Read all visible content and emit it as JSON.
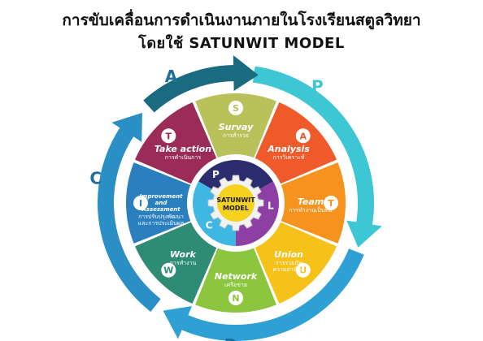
{
  "title_line1": "การขับเคลื่อนการดำเนินงานภายในโรงเรียนสตูลวิทยา",
  "title_line2": "โดยใช้ SATUNWIT MODEL",
  "center_label_line1": "SATUNWIT",
  "center_label_line2": "MODEL",
  "pdca": [
    {
      "letter": "P",
      "color": "#3dc6d3"
    },
    {
      "letter": "D",
      "color": "#2ea0d4"
    },
    {
      "letter": "C",
      "color": "#2a8fc4"
    },
    {
      "letter": "A",
      "color": "#1a6a80"
    }
  ],
  "inner_quadrants": [
    {
      "letter": "P",
      "color": "#2b2d6e"
    },
    {
      "letter": "L",
      "color": "#8e3fa4"
    },
    {
      "letter": "C",
      "color": "#3fb7e3"
    }
  ],
  "segments": [
    {
      "letter": "S",
      "name": "Survay",
      "sub": [
        "การสำรวจ"
      ],
      "color": "#b9c15a"
    },
    {
      "letter": "A",
      "name": "Analysis",
      "sub": [
        "การวิเคราะห์"
      ],
      "color": "#ef5a2a"
    },
    {
      "letter": "T",
      "name": "Team",
      "sub": [
        "การทำงานเป็นทีม"
      ],
      "color": "#f6921e"
    },
    {
      "letter": "U",
      "name": "Union",
      "sub": [
        "การรวมกัน",
        "ความสามัคคี"
      ],
      "color": "#f6c21a"
    },
    {
      "letter": "N",
      "name": "Network",
      "sub": [
        "เครือข่าย"
      ],
      "color": "#8cc63e"
    },
    {
      "letter": "W",
      "name": "Work",
      "sub": [
        "การทำงาน"
      ],
      "color": "#2e8b74"
    },
    {
      "letter": "I",
      "name": "Improvement and Assessment",
      "name_lines": [
        "Improvement",
        "and",
        "Assessment"
      ],
      "sub": [
        "การปรับปรุงพัฒนา",
        "และการประเมินผล"
      ],
      "color": "#2a7fbf"
    },
    {
      "letter": "T",
      "name": "Take action",
      "sub": [
        "การดำเนินการ"
      ],
      "color": "#9b2c58"
    }
  ]
}
